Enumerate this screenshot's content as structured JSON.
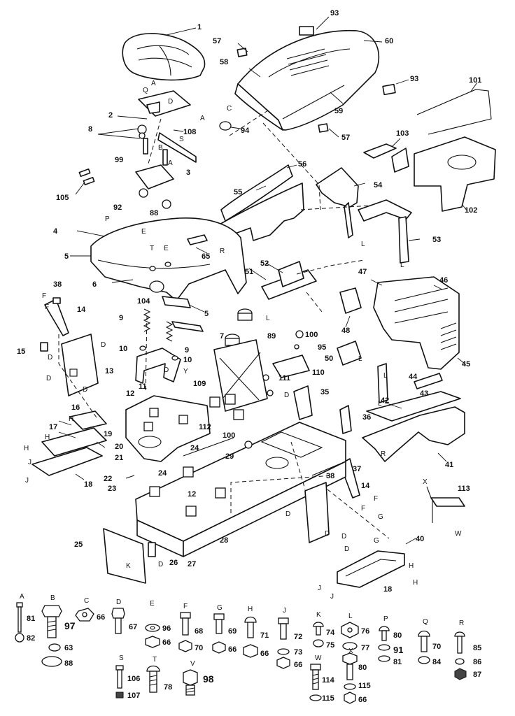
{
  "callouts": {
    "n1": "1",
    "n93a": "93",
    "n57a": "57",
    "n60": "60",
    "n58": "58",
    "n94": "94",
    "n59": "59",
    "n57b": "57",
    "n93b": "93",
    "n101": "101",
    "n2": "2",
    "n8": "8",
    "n108": "108",
    "n3": "3",
    "n99": "99",
    "n92": "92",
    "n88a": "88",
    "n105": "105",
    "n103": "103",
    "n102": "102",
    "n56": "56",
    "n55": "55",
    "n54": "54",
    "n53": "53",
    "n4": "4",
    "n5a": "5",
    "n65": "65",
    "n6": "6",
    "n104": "104",
    "n5b": "5",
    "n38a": "38",
    "n14a": "14",
    "n9a": "9",
    "n7": "7",
    "n52": "52",
    "n51": "51",
    "n89": "89",
    "n100a": "100",
    "n95": "95",
    "n48": "48",
    "n47": "47",
    "n46": "46",
    "n15": "15",
    "n13": "13",
    "n10a": "10",
    "n9b": "9",
    "n10b": "10",
    "n109": "109",
    "n110": "110",
    "n111": "111",
    "n50": "50",
    "n45": "45",
    "n11": "11",
    "n44": "44",
    "n35": "35",
    "n43": "43",
    "n12a": "12",
    "n112": "112",
    "n42": "42",
    "n16": "16",
    "n17": "17",
    "n36": "36",
    "n19": "19",
    "n20": "20",
    "n21": "21",
    "n100b": "100",
    "n24a": "24",
    "n29": "29",
    "n41": "41",
    "n22": "22",
    "n23": "23",
    "n24b": "24",
    "n18a": "18",
    "n12b": "12",
    "n38b": "38",
    "n37": "37",
    "n14b": "14",
    "n113": "113",
    "n25": "25",
    "n28": "28",
    "n26": "26",
    "n27": "27",
    "n40": "40",
    "n18b": "18"
  },
  "letters": {
    "A1": "A",
    "A2": "A",
    "A3": "A",
    "D1": "D",
    "S1": "S",
    "B1": "B",
    "C1": "C",
    "E1": "E",
    "E2": "E",
    "T1": "T",
    "P1": "P",
    "R1": "R",
    "F1": "F",
    "F2": "F",
    "L1": "L",
    "L2": "L",
    "L3": "L",
    "L4": "L",
    "L5": "L",
    "L6": "L",
    "D2": "D",
    "D3": "D",
    "D4": "D",
    "D5": "D",
    "D6": "D",
    "D7": "D",
    "H1": "H",
    "H2": "H",
    "H3": "H",
    "J1": "J",
    "J2": "J",
    "K1": "K",
    "G1": "G",
    "G2": "G",
    "X1": "X",
    "W1": "W",
    "F3": "F",
    "F4": "F",
    "R2": "R",
    "H4": "H",
    "H5": "H",
    "J3": "J",
    "J4": "J",
    "D8": "D",
    "D9": "D",
    "D10": "D",
    "D11": "D",
    "D12": "D",
    "Y1": "Y"
  },
  "hardware": [
    {
      "key": "A",
      "parts": [
        "81",
        "82"
      ]
    },
    {
      "key": "B",
      "parts": [
        "97",
        "63",
        "88"
      ]
    },
    {
      "key": "C",
      "parts": [
        "66"
      ]
    },
    {
      "key": "D",
      "parts": [
        "67"
      ]
    },
    {
      "key": "E",
      "parts": [
        "96",
        "66"
      ]
    },
    {
      "key": "F",
      "parts": [
        "68",
        "70"
      ]
    },
    {
      "key": "G",
      "parts": [
        "69",
        "66"
      ]
    },
    {
      "key": "H",
      "parts": [
        "71",
        "66"
      ]
    },
    {
      "key": "J",
      "parts": [
        "72",
        "73",
        "66"
      ]
    },
    {
      "key": "K",
      "parts": [
        "74",
        "75"
      ]
    },
    {
      "key": "L",
      "parts": [
        "76",
        "77"
      ]
    },
    {
      "key": "P",
      "parts": [
        "80",
        "91",
        "81"
      ]
    },
    {
      "key": "Q",
      "parts": [
        "70",
        "84"
      ]
    },
    {
      "key": "R",
      "parts": [
        "85",
        "86",
        "87"
      ]
    },
    {
      "key": "S",
      "parts": [
        "106",
        "107"
      ]
    },
    {
      "key": "T",
      "parts": [
        "78"
      ]
    },
    {
      "key": "V",
      "parts": [
        "98"
      ]
    },
    {
      "key": "W",
      "parts": [
        "114",
        "115"
      ]
    },
    {
      "key": "X",
      "parts": [
        "80",
        "115",
        "66"
      ]
    }
  ]
}
